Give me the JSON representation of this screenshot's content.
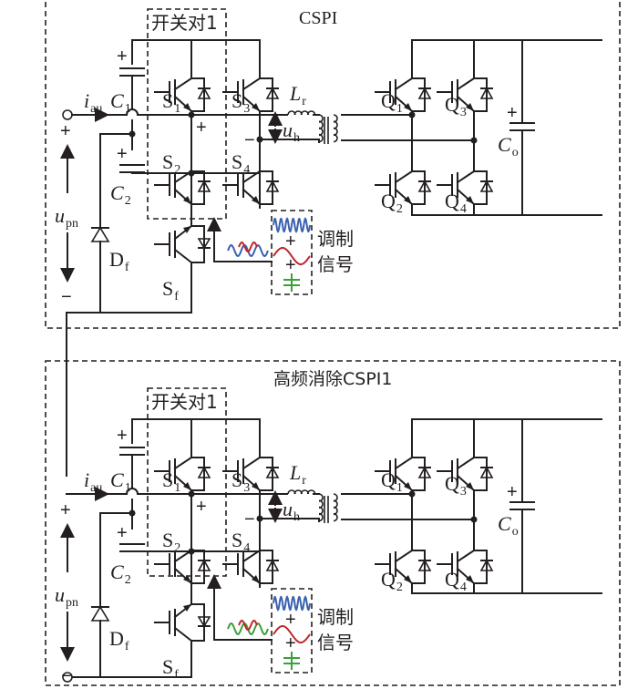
{
  "figure": {
    "panels": [
      {
        "id": "top",
        "title": "CSPI",
        "switch_pair_label": "开关对1",
        "modulation_label_line1": "调制",
        "modulation_label_line2": "信号"
      },
      {
        "id": "bottom",
        "title": "高频消除CSPI1",
        "switch_pair_label": "开关对1",
        "modulation_label_line1": "调制",
        "modulation_label_line2": "信号"
      }
    ],
    "labels": {
      "current": {
        "main": "i",
        "sub": "au"
      },
      "C1": {
        "main": "C",
        "sub": "1"
      },
      "C2": {
        "main": "C",
        "sub": "2"
      },
      "Co": {
        "main": "C",
        "sub": "o"
      },
      "Lr": {
        "main": "L",
        "sub": "r"
      },
      "uh": {
        "main": "u",
        "sub": "h"
      },
      "upn": {
        "main": "u",
        "sub": "pn"
      },
      "Df": {
        "main": "D",
        "sub": "f"
      },
      "Sf": {
        "main": "S",
        "sub": "f"
      },
      "S1": {
        "main": "S",
        "sub": "1"
      },
      "S2": {
        "main": "S",
        "sub": "2"
      },
      "S3": {
        "main": "S",
        "sub": "3"
      },
      "S4": {
        "main": "S",
        "sub": "4"
      },
      "Q1": {
        "main": "Q",
        "sub": "1"
      },
      "Q2": {
        "main": "Q",
        "sub": "2"
      },
      "Q3": {
        "main": "Q",
        "sub": "3"
      },
      "Q4": {
        "main": "Q",
        "sub": "4"
      },
      "plus": "+",
      "minus": "−"
    },
    "colors": {
      "wire": "#231f20",
      "carrier_blue": "#3a62b0",
      "sine_red": "#c0282d",
      "dc_green": "#3aa03a"
    }
  }
}
